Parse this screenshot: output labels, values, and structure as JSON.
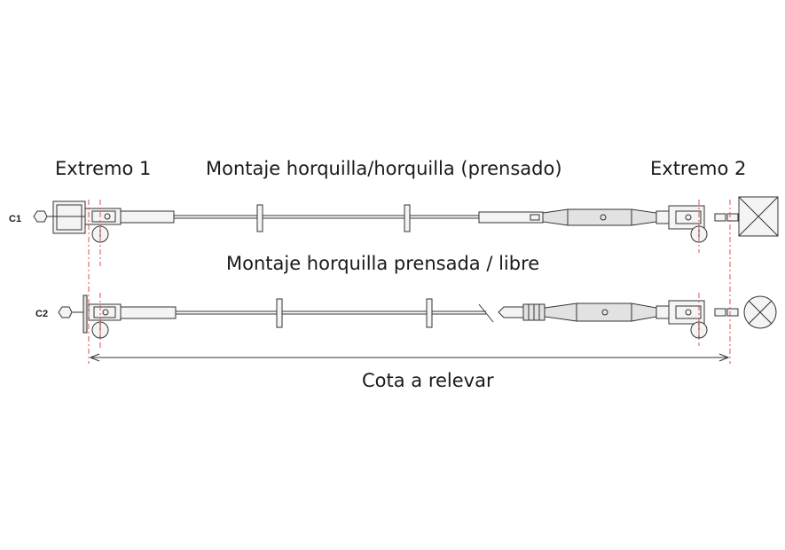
{
  "labels": {
    "extremo1": "Extremo 1",
    "extremo2": "Extremo 2",
    "montaje_c1": "Montaje horquilla/horquilla (prensado)",
    "montaje_c2": "Montaje horquilla prensada / libre",
    "cota": "Cota a relevar",
    "c1": "C1",
    "c2": "C2"
  },
  "colors": {
    "line": "#333333",
    "reference": "#d9534f",
    "text": "#1a1a1a"
  }
}
